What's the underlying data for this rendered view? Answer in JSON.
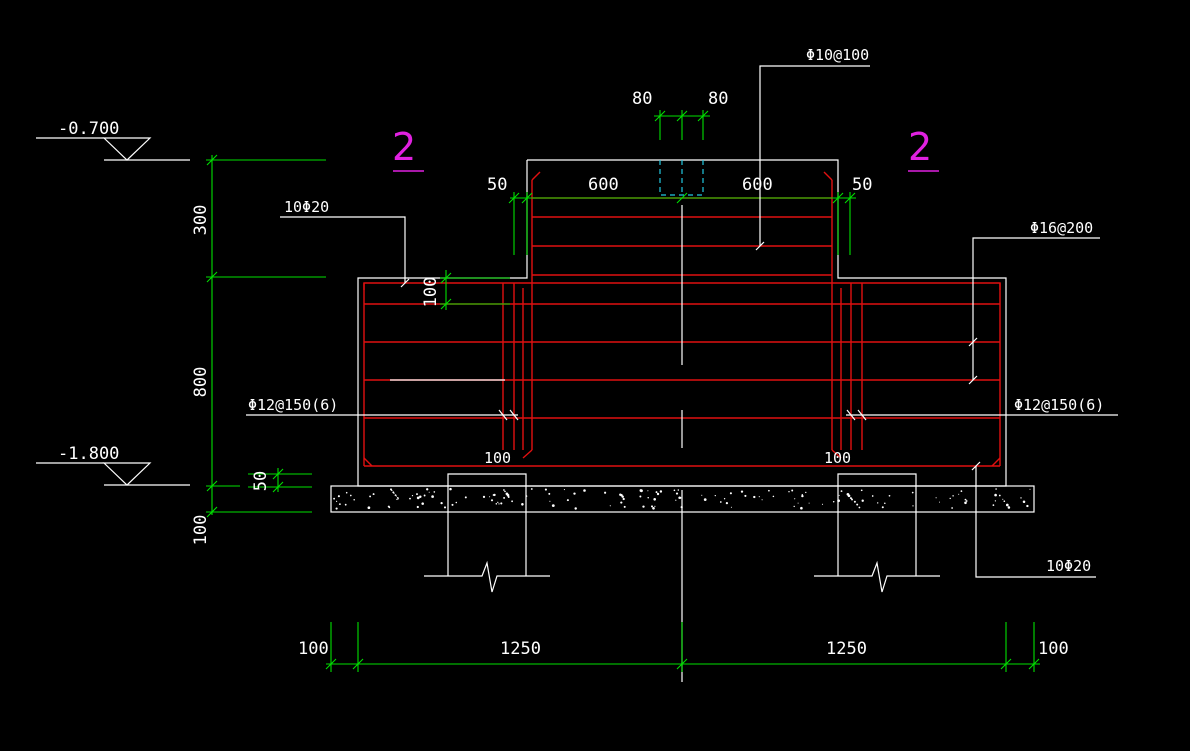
{
  "elevations": {
    "top": "-0.700",
    "bottom": "-1.800"
  },
  "section_marks": {
    "left": "2",
    "right": "2"
  },
  "dimensions": {
    "left_300": "300",
    "left_800": "800",
    "left_50": "50",
    "left_100": "100",
    "cover_100": "100",
    "pier_side_50_left": "50",
    "pier_side_50_right": "50",
    "pier_width_600_left": "600",
    "pier_width_600_right": "600",
    "bolt_80_left": "80",
    "bolt_80_right": "80",
    "bottom_100_left": "100",
    "bottom_1250_left": "1250",
    "bottom_1250_right": "1250",
    "bottom_100_right": "100",
    "inner_100_left": "100",
    "inner_100_right": "100"
  },
  "rebar_labels": {
    "pier_stirrup": "Φ10@100",
    "top_main": "10Φ20",
    "side_dist": "Φ16@200",
    "stirrup_left": "Φ12@150(6)",
    "stirrup_right": "Φ12@150(6)",
    "bottom_main": "10Φ20"
  }
}
